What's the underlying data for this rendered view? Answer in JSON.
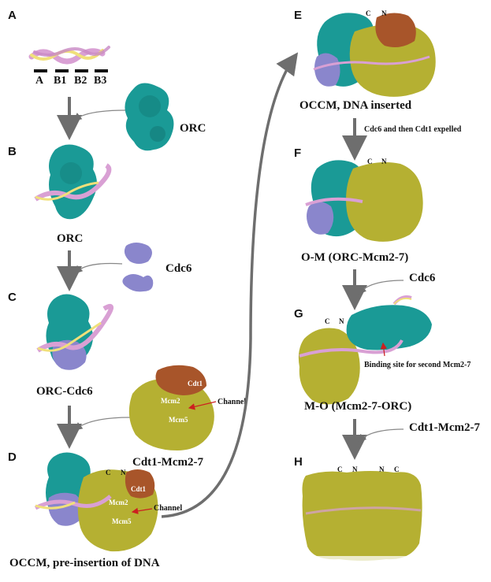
{
  "panels": {
    "A": {
      "letter": "A",
      "segments": [
        "A",
        "B1",
        "B2",
        "B3"
      ]
    },
    "B": {
      "letter": "B",
      "free_label": "ORC",
      "complex_label": "ORC"
    },
    "C": {
      "letter": "C",
      "free_label": "Cdc6",
      "complex_label": "ORC-Cdc6"
    },
    "D": {
      "letter": "D",
      "cdt1_label": "Cdt1",
      "mcm2_label": "Mcm2",
      "mcm5_label": "Mcm5",
      "channel_label": "Channel",
      "term_c": "C",
      "term_n": "N",
      "complex_label": "OCCM, pre-insertion of DNA"
    },
    "Cdt1Mcm": {
      "cdt1_label": "Cdt1",
      "mcm2_label": "Mcm2",
      "mcm5_label": "Mcm5",
      "channel_label": "Channel",
      "complex_label": "Cdt1-Mcm2-7"
    },
    "E": {
      "letter": "E",
      "term_c": "C",
      "term_n": "N",
      "complex_label": "OCCM, DNA inserted",
      "step_label": "Cdc6 and then Cdt1 expelled"
    },
    "F": {
      "letter": "F",
      "term_c": "C",
      "term_n": "N",
      "complex_label": "O-M (ORC-Mcm2-7)",
      "free_label": "Cdc6"
    },
    "G": {
      "letter": "G",
      "term_c": "C",
      "term_n": "N",
      "binding_label": "Binding site for second Mcm2-7",
      "complex_label": "M-O (Mcm2-7-ORC)",
      "free_label": "Cdt1-Mcm2-7"
    },
    "H": {
      "letter": "H",
      "term_c1": "C",
      "term_n1": "N",
      "term_n2": "N",
      "term_c2": "C"
    }
  },
  "colors": {
    "orc": "#1a9a96",
    "cdc6": "#8a86cc",
    "mcm": "#b5b032",
    "cdt1": "#a8552a",
    "dna_pink": "#d9a0d4",
    "dna_yellow": "#f0e07a",
    "arrow": "#6e6e6e",
    "pointer": "#cc2020"
  },
  "icons": {
    "down_arrow": "down-arrow-icon",
    "curved_arrow": "curved-arrow-icon"
  }
}
